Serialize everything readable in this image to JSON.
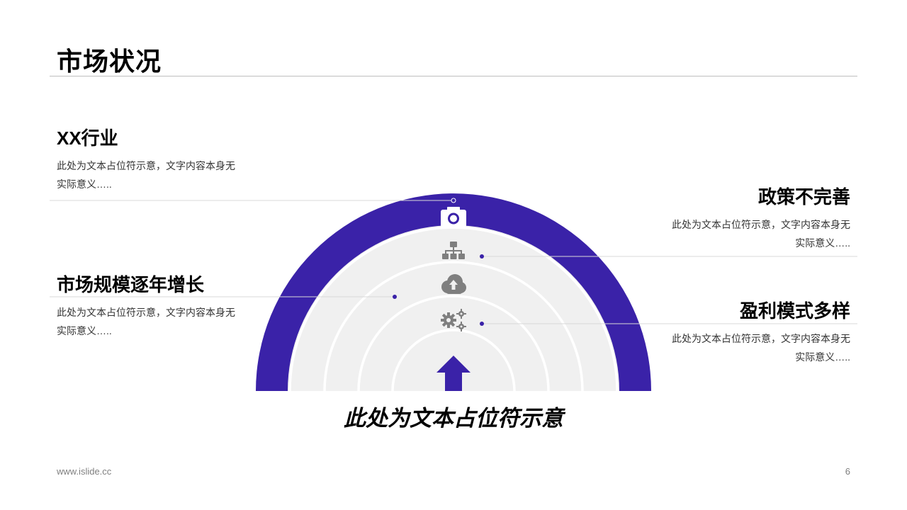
{
  "slide": {
    "title": "市场状况",
    "bottom_caption": "此处为文本占位符示意",
    "footer_url": "www.islide.cc",
    "page_number": "6"
  },
  "items": [
    {
      "heading": "XX行业",
      "body": "此处为文本占位符示意，文字内容本身无实际意义….."
    },
    {
      "heading": "市场规模逐年增长",
      "body": "此处为文本占位符示意，文字内容本身无实际意义….."
    },
    {
      "heading": "政策不完善",
      "body": "此处为文本占位符示意，文字内容本身无实际意义….."
    },
    {
      "heading": "盈利模式多样",
      "body": "此处为文本占位符示意，文字内容本身无实际意义….."
    }
  ],
  "diagram": {
    "icons": [
      "camera-icon",
      "sitemap-icon",
      "cloud-upload-icon",
      "gears-icon",
      "up-arrow-icon"
    ],
    "colors": {
      "accent": "#3a22a8",
      "ring_fill": "#f0f0f0",
      "ring_line": "#ffffff",
      "icon_gray": "#7f7f7f",
      "leader_line": "#d9d9d9"
    }
  }
}
